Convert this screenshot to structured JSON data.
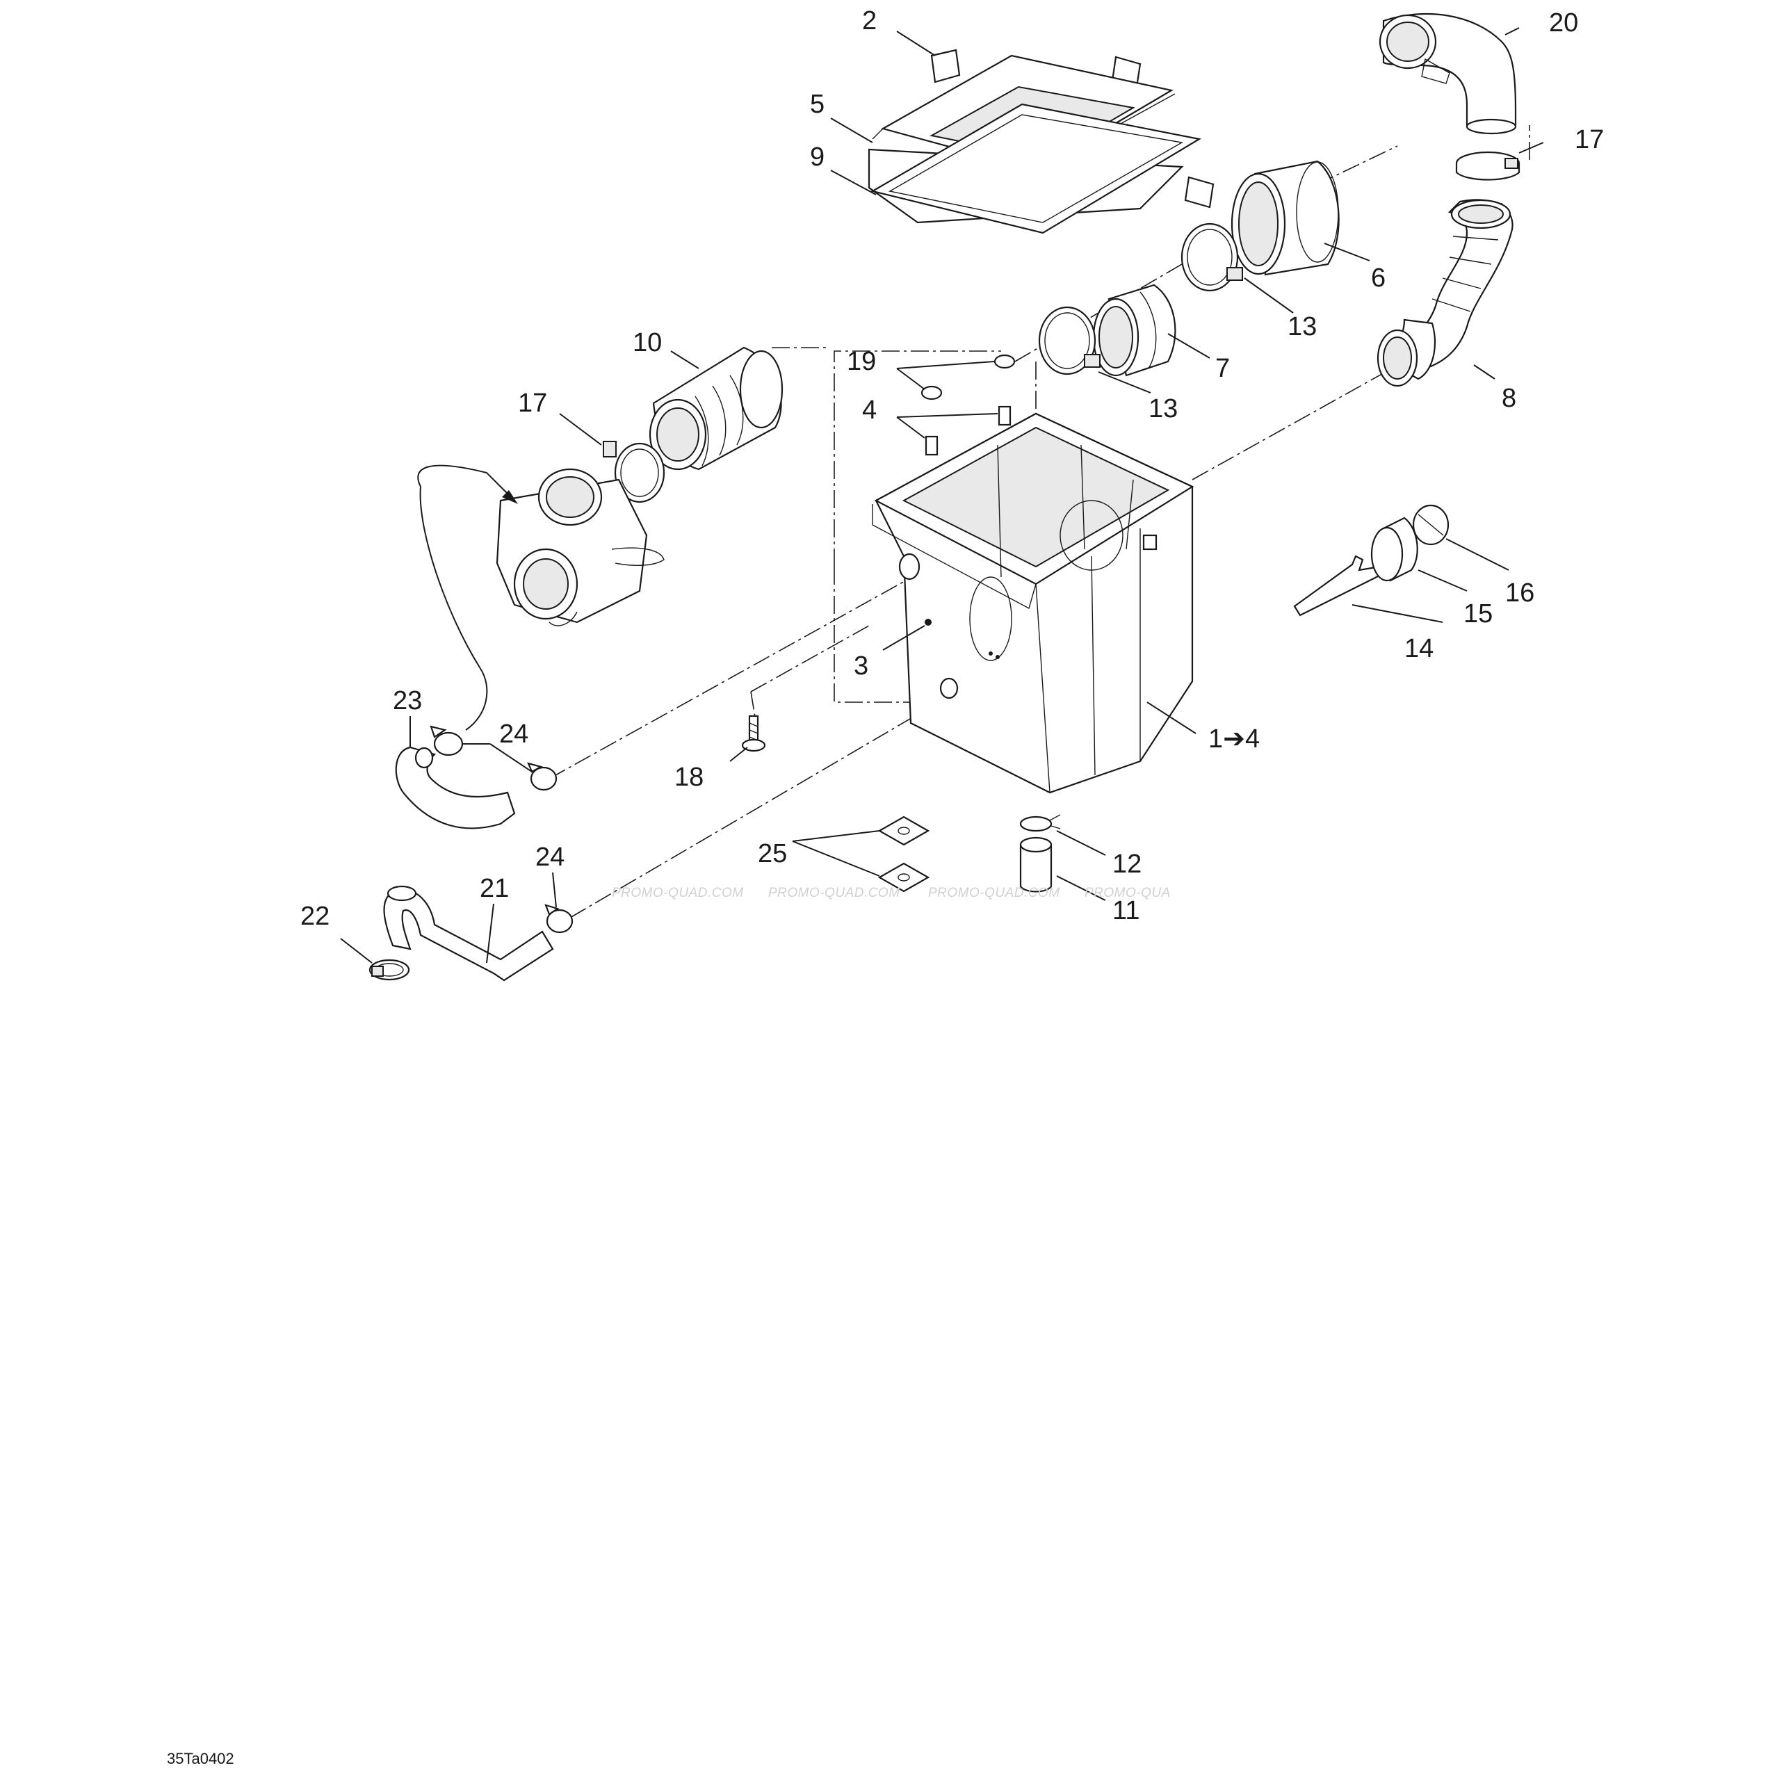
{
  "callouts": {
    "c1": "1➔4",
    "c2": "2",
    "c3": "3",
    "c4": "4",
    "c5": "5",
    "c6": "6",
    "c7": "7",
    "c8": "8",
    "c9": "9",
    "c10": "10",
    "c11": "11",
    "c12": "12",
    "c13a": "13",
    "c13b": "13",
    "c14": "14",
    "c15": "15",
    "c16": "16",
    "c17a": "17",
    "c17b": "17",
    "c18": "18",
    "c19": "19",
    "c20": "20",
    "c21": "21",
    "c22": "22",
    "c23": "23",
    "c24a": "24",
    "c24b": "24",
    "c25": "25"
  },
  "watermark": [
    "PROMO-QUAD.COM",
    "PROMO-QUAD.COM",
    "PROMO-QUAD.COM",
    "PROMO-QUA"
  ],
  "diagram_code": "35Ta0402"
}
